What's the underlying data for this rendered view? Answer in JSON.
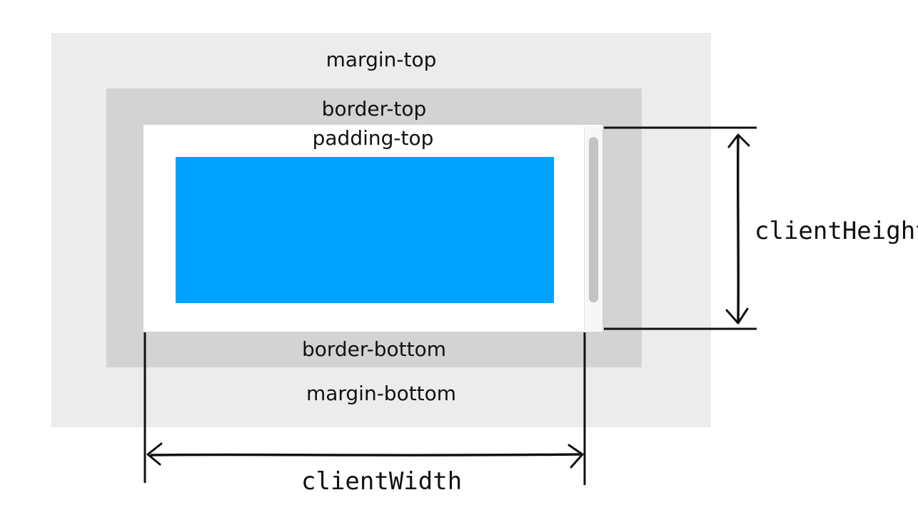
{
  "diagram": {
    "labels": {
      "margin_top": "margin-top",
      "border_top": "border-top",
      "padding_top": "padding-top",
      "border_bottom": "border-bottom",
      "margin_bottom": "margin-bottom"
    },
    "measurements": {
      "client_height": "clientHeight",
      "client_width": "clientWidth"
    },
    "colors": {
      "margin": "#ececec",
      "border": "#d3d3d3",
      "padding": "#ffffff",
      "content": "#00a2ff",
      "scrollbar_thumb": "#c3c3c3",
      "ink": "#111111"
    }
  }
}
